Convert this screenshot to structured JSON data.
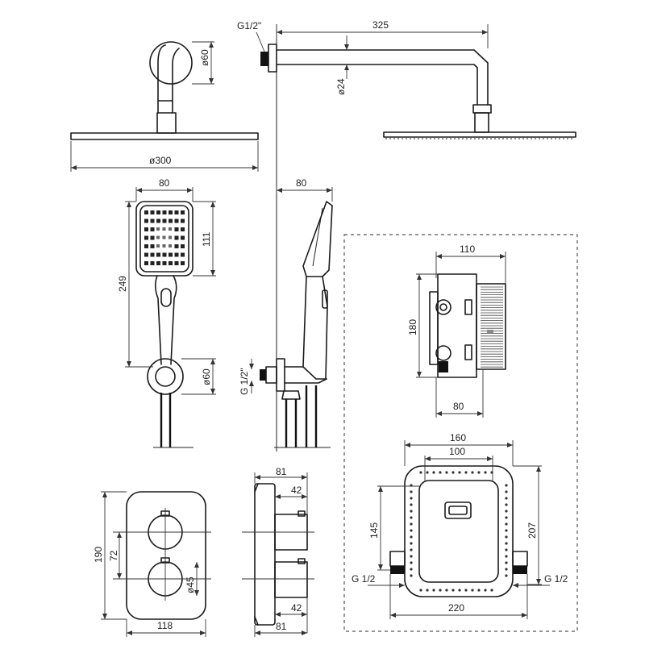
{
  "colors": {
    "line": "#1a1a1a",
    "background": "#ffffff"
  },
  "head_shower": {
    "thread": "G1/2\"",
    "arm_length": "325",
    "arm_diameter": "ø24",
    "flange_diameter": "ø60",
    "head_diameter": "ø300"
  },
  "hand_shower": {
    "width": "80",
    "head_height": "111",
    "total_height": "249",
    "holder_diameter": "ø60",
    "side_width": "80",
    "outlet_thread": "G 1/2\""
  },
  "mixer_plate": {
    "width": "118",
    "height": "190",
    "knob_spacing": "72",
    "knob_diameter": "ø45",
    "depth_total_top": "81",
    "depth_knob_top": "42",
    "depth_knob_bottom": "42",
    "depth_total_bottom": "81"
  },
  "box_side": {
    "width_top": "110",
    "height": "180",
    "width_bottom": "80"
  },
  "box_front": {
    "outer_width": "160",
    "inner_width": "100",
    "height_left": "145",
    "height_right": "207",
    "inlet_left": "G 1/2",
    "inlet_right": "G 1/2",
    "total_width": "220"
  }
}
